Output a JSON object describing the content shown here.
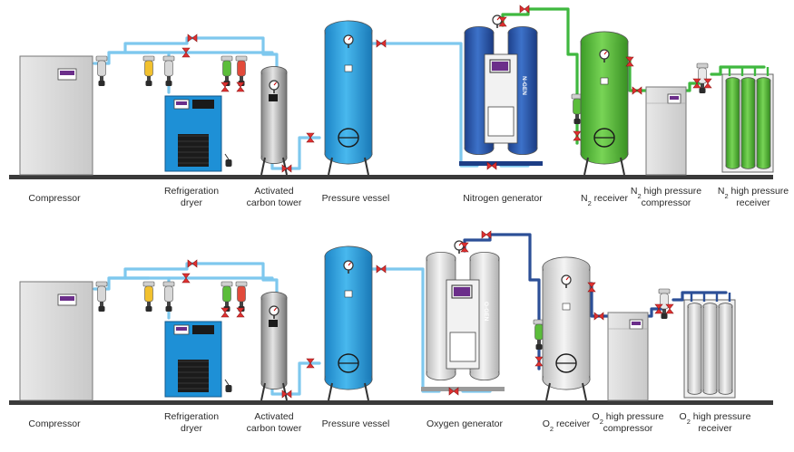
{
  "colors": {
    "air_pipe": "#7ec8ee",
    "nitrogen_pipe": "#3fb83f",
    "oxygen_pipe": "#2c4f97",
    "vessel_blue": "#2fa6e0",
    "ngen_blue": "#2d5db4",
    "receiver_green": "#5cc33c",
    "dryer_blue": "#1e90d6",
    "base_line": "#3a3a3a"
  },
  "rows": [
    {
      "id": "nitrogen",
      "generator_tag": "N-GEN",
      "labels": {
        "compressor": [
          "Compressor"
        ],
        "dryer": [
          "Refrigeration",
          "dryer"
        ],
        "carbon_tower": [
          "Activated",
          "carbon tower"
        ],
        "pressure_vessel": [
          "Pressure vessel"
        ],
        "generator": [
          "Nitrogen generator"
        ],
        "receiver": [
          [
            "N",
            "2",
            " receiver"
          ]
        ],
        "hp_compressor": [
          [
            "N",
            "2",
            " high pressure"
          ],
          [
            "compressor"
          ]
        ],
        "hp_receiver": [
          [
            "N",
            "2",
            " high pressure"
          ],
          [
            "receiver"
          ]
        ]
      }
    },
    {
      "id": "oxygen",
      "generator_tag": "O-GEN",
      "labels": {
        "compressor": [
          "Compressor"
        ],
        "dryer": [
          "Refrigeration",
          "dryer"
        ],
        "carbon_tower": [
          "Activated",
          "carbon tower"
        ],
        "pressure_vessel": [
          "Pressure vessel"
        ],
        "generator": [
          "Oxygen generator"
        ],
        "receiver": [
          [
            "O",
            "2",
            " receiver"
          ]
        ],
        "hp_compressor": [
          [
            "O",
            "2",
            " high pressure"
          ],
          [
            "compressor"
          ]
        ],
        "hp_receiver": [
          [
            "O",
            "2",
            " high pressure"
          ],
          [
            "receiver"
          ]
        ]
      }
    }
  ]
}
